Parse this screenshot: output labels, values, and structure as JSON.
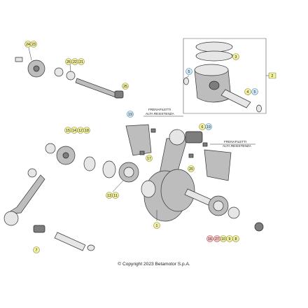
{
  "callouts": {
    "c24": "24",
    "c23a": "23",
    "c26": "26",
    "c22": "22",
    "c21": "21",
    "c25": "25",
    "c3": "3",
    "c5a": "5",
    "c2": "2",
    "c4": "4",
    "c5b": "5",
    "c19a": "19",
    "c6": "6",
    "c19b": "19",
    "c15": "15",
    "c14": "14",
    "c12": "12",
    "c18": "18",
    "c17": "17",
    "c20": "20",
    "c13": "13",
    "c11": "11",
    "c7": "7",
    "c1": "1",
    "c16": "16",
    "c27": "27",
    "c10": "10",
    "c9": "9",
    "c8": "8"
  },
  "notes": {
    "note_left_line1": "FRENAFILETTI",
    "note_left_line2": "ALTA RESISTENZA",
    "note_right_line1": "FRENAFILETTI",
    "note_right_line2": "ALTA RESISTENZA"
  },
  "footer": {
    "copyright": "© Copyright 2023 Betamotor S.p.A."
  }
}
